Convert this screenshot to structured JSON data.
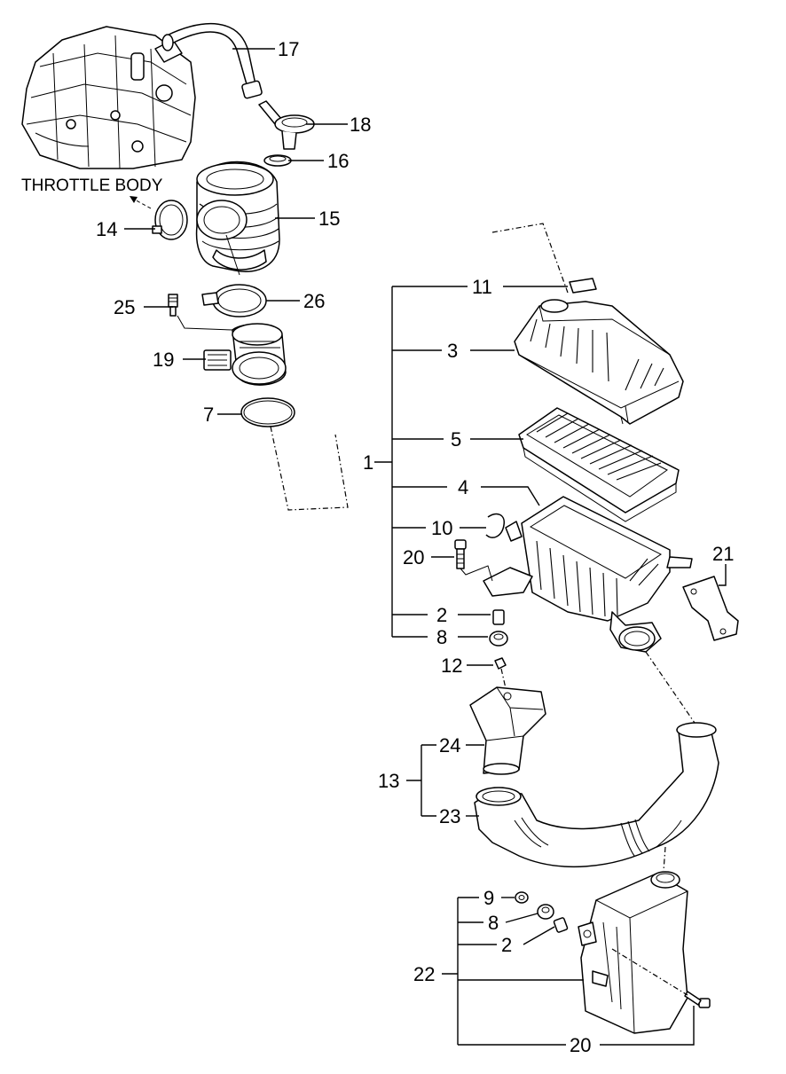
{
  "diagram": {
    "reference_label": "THROTTLE BODY",
    "callouts": {
      "c17": "17",
      "c18": "18",
      "c16": "16",
      "c15": "15",
      "c14": "14",
      "c25": "25",
      "c26": "26",
      "c19": "19",
      "c7": "7",
      "c11": "11",
      "c3": "3",
      "c1": "1",
      "c5": "5",
      "c4": "4",
      "c10": "10",
      "c20a": "20",
      "c21": "21",
      "c2a": "2",
      "c8a": "8",
      "c12": "12",
      "c24": "24",
      "c13": "13",
      "c23": "23",
      "c9": "9",
      "c8b": "8",
      "c2b": "2",
      "c22": "22",
      "c20b": "20"
    },
    "parts": [
      "engine-block",
      "breather-hose",
      "pcv-fitting",
      "pcv-clamp",
      "intake-hose",
      "hose-clamp-throttle",
      "bolt",
      "hose-clamp-flow-sensor",
      "air-flow-sensor",
      "o-ring",
      "air-cleaner-cover",
      "air-filter-element",
      "air-cleaner-body",
      "clip",
      "mounting-bolt",
      "bracket",
      "collar",
      "grommet",
      "nut",
      "intake-duct-upper",
      "intake-duct-lower",
      "resonator",
      "washer"
    ]
  }
}
